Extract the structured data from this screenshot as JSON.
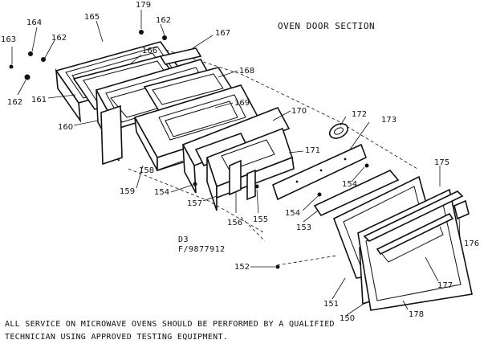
{
  "title": "OVEN DOOR SECTION",
  "model_lines": [
    "D3",
    "F/9877912"
  ],
  "footer_lines": [
    "ALL SERVICE ON MICROWAVE OVENS SHOULD BE PERFORMED BY A QUALIFIED",
    "TECHNICIAN USING APPROVED TESTING EQUIPMENT."
  ],
  "parts": [
    {
      "id": "p179",
      "label": "179"
    },
    {
      "id": "p164",
      "label": "164"
    },
    {
      "id": "p165",
      "label": "165"
    },
    {
      "id": "p162a",
      "label": "162"
    },
    {
      "id": "p162b",
      "label": "162"
    },
    {
      "id": "p163",
      "label": "163"
    },
    {
      "id": "p166",
      "label": "166"
    },
    {
      "id": "p167",
      "label": "167"
    },
    {
      "id": "p168",
      "label": "168"
    },
    {
      "id": "p162c",
      "label": "162"
    },
    {
      "id": "p161",
      "label": "161"
    },
    {
      "id": "p169",
      "label": "169"
    },
    {
      "id": "p160",
      "label": "160"
    },
    {
      "id": "p170",
      "label": "170"
    },
    {
      "id": "p172",
      "label": "172"
    },
    {
      "id": "p173",
      "label": "173"
    },
    {
      "id": "p171",
      "label": "171"
    },
    {
      "id": "p158",
      "label": "158"
    },
    {
      "id": "p159",
      "label": "159"
    },
    {
      "id": "p154a",
      "label": "154"
    },
    {
      "id": "p157",
      "label": "157"
    },
    {
      "id": "p175",
      "label": "175"
    },
    {
      "id": "p154b",
      "label": "154"
    },
    {
      "id": "p154c",
      "label": "154"
    },
    {
      "id": "p156",
      "label": "156"
    },
    {
      "id": "p155",
      "label": "155"
    },
    {
      "id": "p176",
      "label": "176"
    },
    {
      "id": "p153",
      "label": "153"
    },
    {
      "id": "p152",
      "label": "152"
    },
    {
      "id": "p177",
      "label": "177"
    },
    {
      "id": "p151",
      "label": "151"
    },
    {
      "id": "p150",
      "label": "150"
    },
    {
      "id": "p178",
      "label": "178"
    }
  ]
}
